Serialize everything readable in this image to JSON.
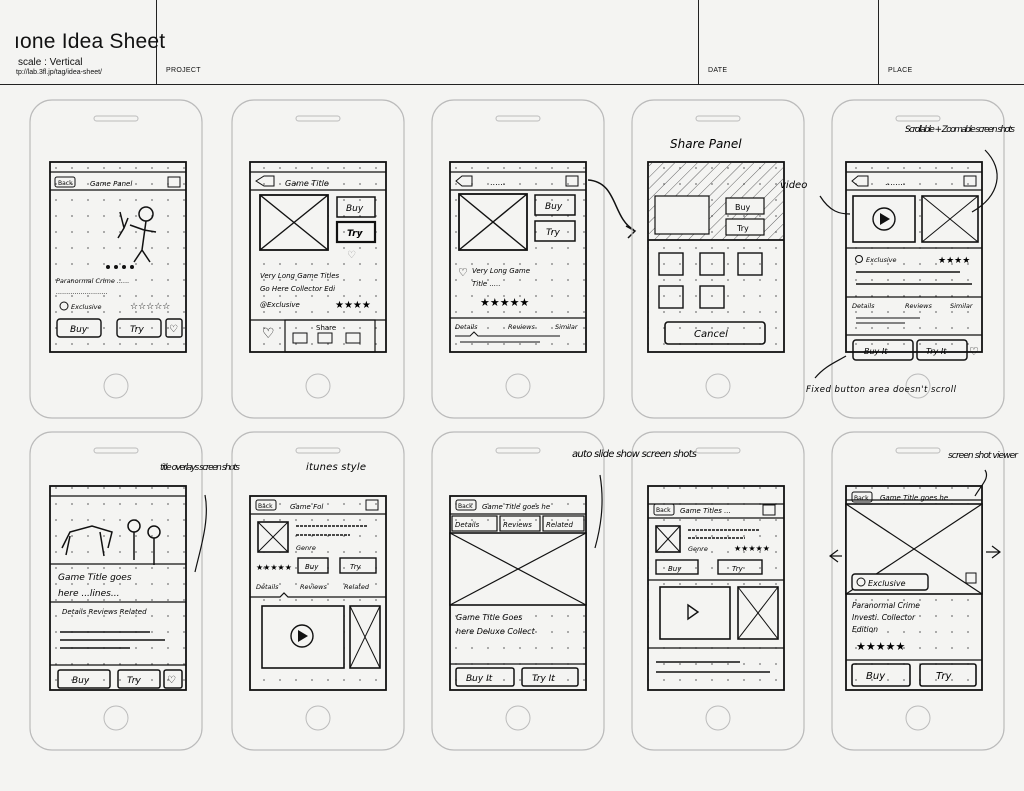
{
  "sheet": {
    "title": "ıone Idea Sheet",
    "scale": "scale : Vertical",
    "url": "tp://lab.3fl.jp/tag/idea-sheet/",
    "fields": {
      "project": "PROJECT",
      "date": "DATE",
      "place": "PLACE"
    }
  },
  "notes": {
    "share_panel": "Share Panel",
    "scrollable": "Scrollable + Zoomable screen shots",
    "video": "video",
    "fixed": "Fixed button area doesn't scroll",
    "title_overlays": "title overlays screen shots",
    "itunes": "itunes style",
    "auto_slide": "auto slide show screen shots",
    "screenshot_viewer": "screen shot viewer"
  },
  "s1": {
    "back": "Back",
    "title": "Game Panel",
    "desc1": "Paranormal Crime ......",
    "desc2": ".........................",
    "exclusive": "Exclusive",
    "stars": "☆☆☆☆☆",
    "buy": "Buy",
    "try": "Try"
  },
  "s2": {
    "title": "Game Title",
    "buy": "Buy",
    "try": "Try",
    "line1": "Very Long Game Titles",
    "line2": "Go Here Collector Edi",
    "exclusive": "@Exclusive",
    "stars": "★★★★",
    "share": "Share"
  },
  "s3": {
    "title": "......",
    "buy": "Buy",
    "try": "Try",
    "line1": "Very Long Game",
    "line2": "Title .....",
    "stars": "★★★★★",
    "tabs": [
      "Details",
      "Reviews",
      "Similar"
    ]
  },
  "s4": {
    "buy": "Buy",
    "try": "Try",
    "cancel": "Cancel"
  },
  "s5": {
    "title": "........",
    "exclusive": "Exclusive",
    "stars": "★★★★",
    "tabs": [
      "Details",
      "Reviews",
      "Similar"
    ],
    "buy": "Buy It",
    "try": "Try It"
  },
  "s6": {
    "title1": "Game Title goes",
    "title2": "here ...lines...",
    "tabs": "Details  Reviews  Related",
    "buy": "Buy",
    "try": "Try"
  },
  "s7": {
    "back": "Back",
    "title": "Game Fol",
    "genre": "Genre",
    "stars": "★★★★★",
    "buy": "Buy",
    "try": "Try",
    "tabs": [
      "Details",
      "Reviews",
      "Related"
    ]
  },
  "s8": {
    "back": "Back",
    "title": "Game Title goes he",
    "tabs": [
      "Details",
      "Reviews",
      "Related"
    ],
    "line1": "Game Title Goes",
    "line2": "here Deluxe Collect",
    "buy": "Buy It",
    "try": "Try It"
  },
  "s9": {
    "back": "Back",
    "title": "Game Titles ...",
    "genre": "Genre",
    "stars": "★★★★★",
    "buy": "Buy",
    "try": "Try"
  },
  "s10": {
    "back": "Back",
    "title": "Game Title goes he",
    "exclusive": "Exclusive",
    "line1": "Paranormal Crime",
    "line2": "Investi. Collector",
    "line3": "Edition",
    "stars": "★★★★★",
    "buy": "Buy",
    "try": "Try"
  }
}
